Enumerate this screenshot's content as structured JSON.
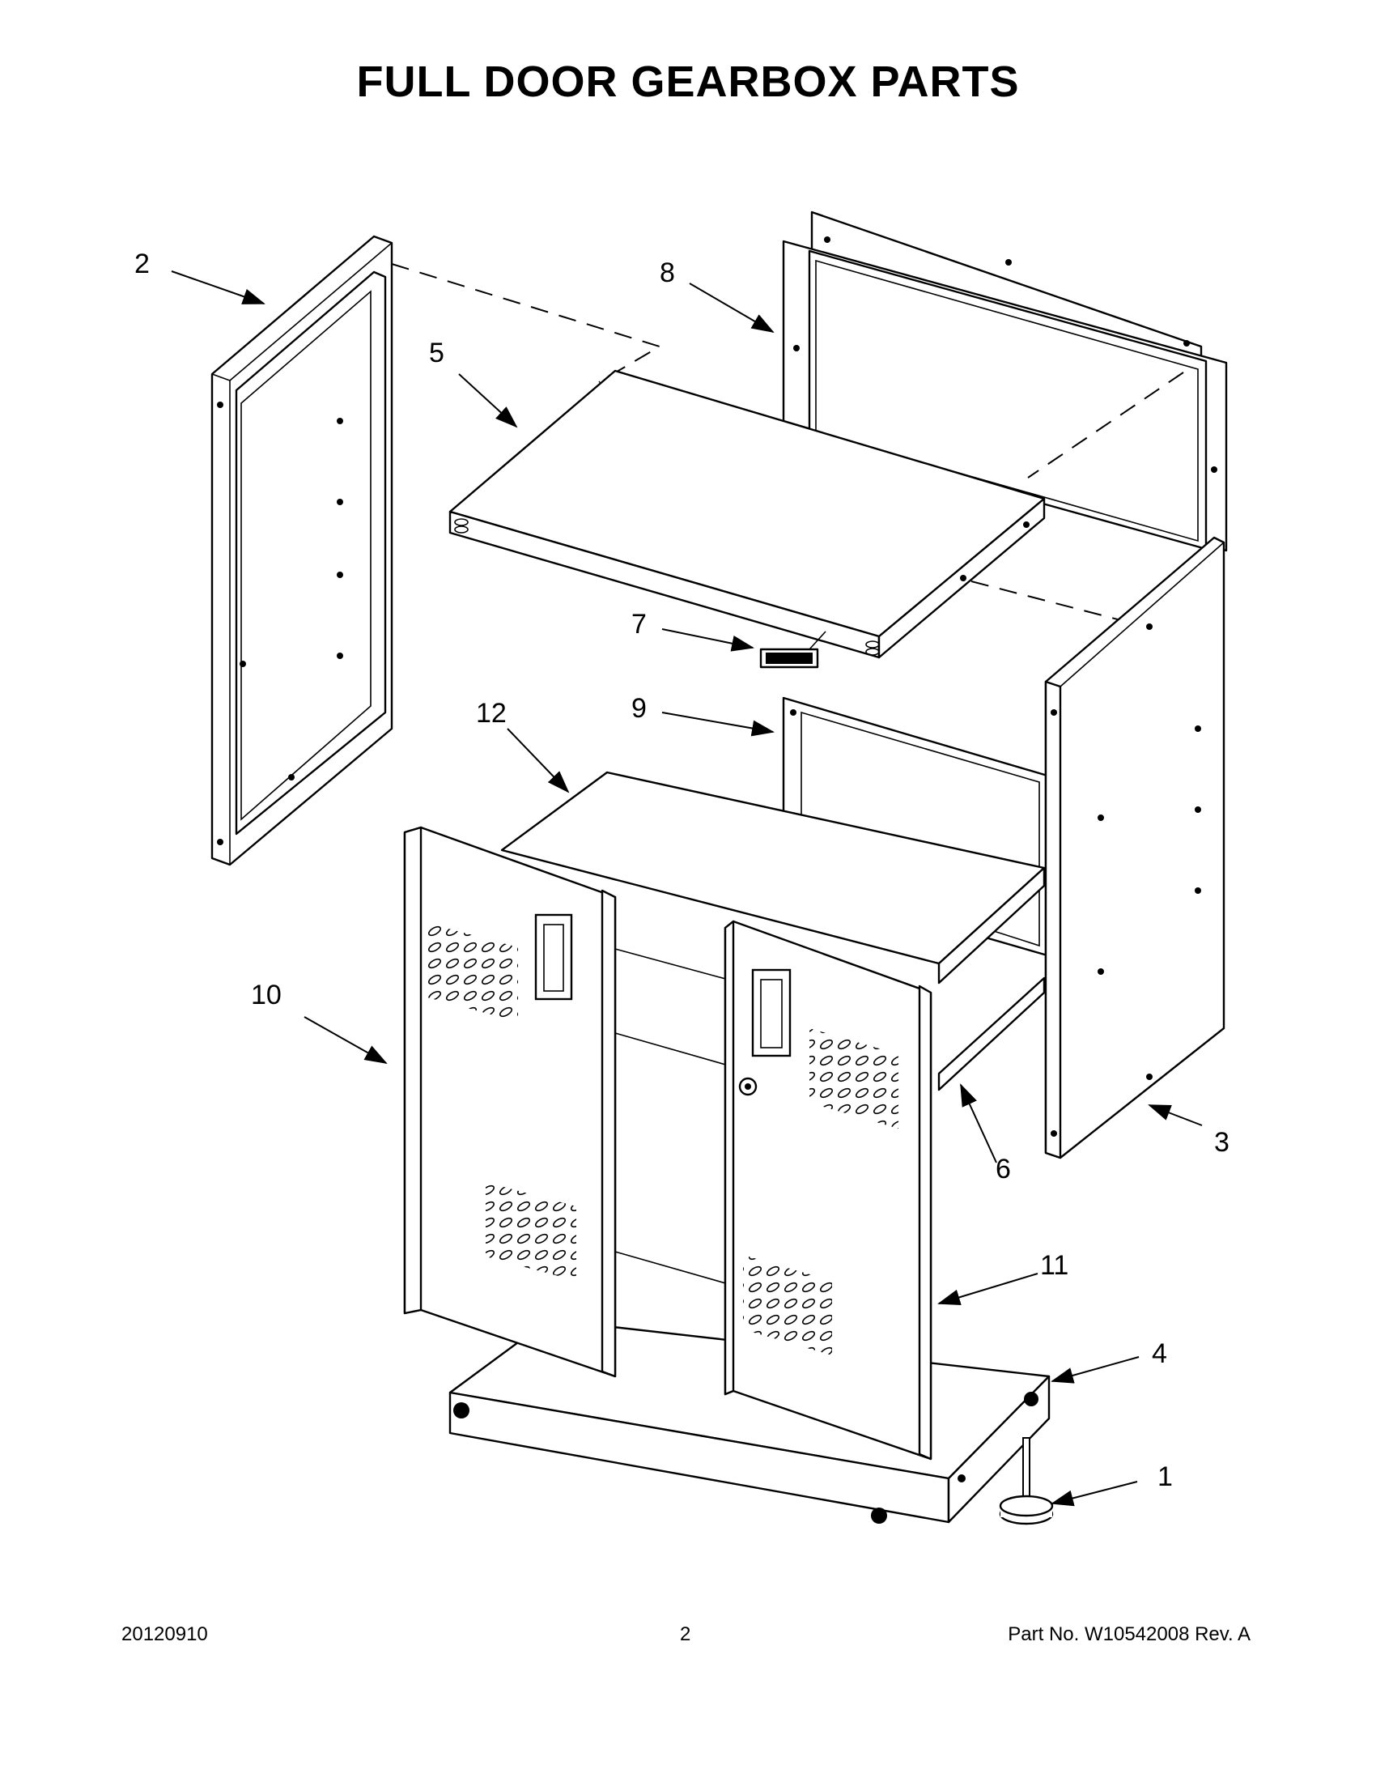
{
  "title": "FULL DOOR GEARBOX PARTS",
  "callouts": [
    "1",
    "2",
    "3",
    "4",
    "5",
    "6",
    "7",
    "8",
    "9",
    "10",
    "11",
    "12"
  ],
  "footer": {
    "date_code": "20120910",
    "page_number": "2",
    "part_number": "Part No.  W10542008  Rev.  A"
  }
}
